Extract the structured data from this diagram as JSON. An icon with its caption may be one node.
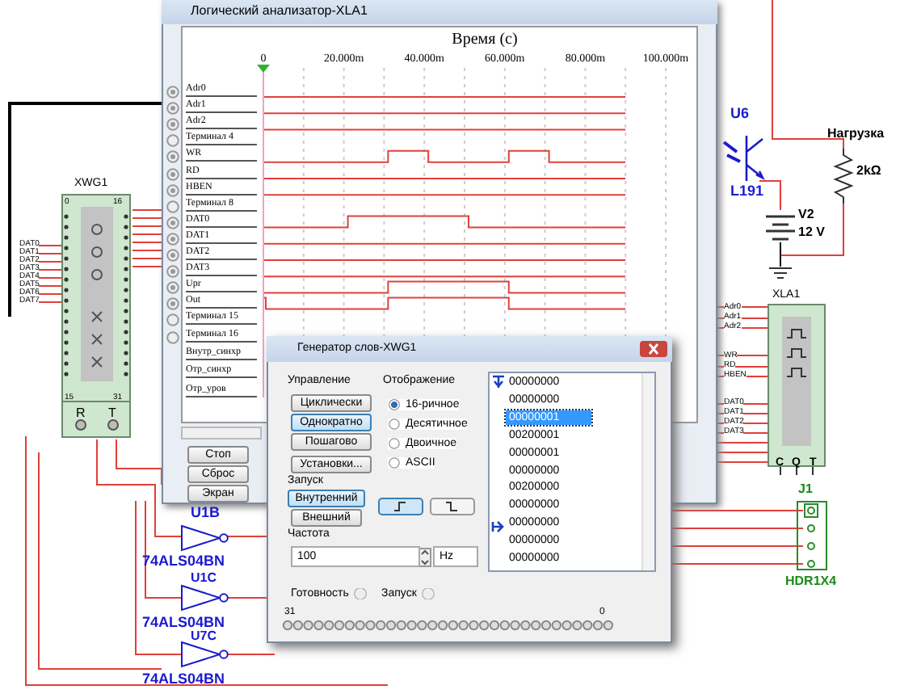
{
  "diagram": {
    "labels": [
      "Логический анализатор-XLA1",
      "Время (с)",
      "0",
      "20.000m",
      "40.000m",
      "60.000m",
      "80.000m",
      "100.000m",
      "Adr0",
      "Adr1",
      "Adr2",
      "Терминал 4",
      "WR",
      "RD",
      "HBEN",
      "Терминал 8",
      "DAT0",
      "DAT1",
      "DAT2",
      "DAT3",
      "Upr",
      "Out",
      "Терминал 15",
      "Терминал 16",
      "Внутр_синхр",
      "Отр_синхр",
      "Отр_уров",
      "Стоп",
      "Сброс",
      "Экран",
      "XWG1",
      "0",
      "16",
      "15",
      "31",
      "R",
      "T",
      "DAT0",
      "DAT1",
      "DAT2",
      "DAT3",
      "DAT4",
      "DAT5",
      "DAT6",
      "DAT7",
      "U6",
      "L191",
      "Нагрузка",
      "2kΩ",
      "V2",
      "12 V",
      "XLA1",
      "Adr0",
      "Adr1",
      "Adr2",
      "WR",
      "RD",
      "HBEN",
      "DAT0",
      "DAT1",
      "DAT2",
      "DAT3",
      "C",
      "Q",
      "T",
      "Генератор слов-XWG1",
      "Управление",
      "Отображение",
      "Циклически",
      "Однократно",
      "Пошагово",
      "Установки...",
      "16-ричное",
      "Десятичное",
      "Двоичное",
      "ASCII",
      "Запуск",
      "Внутренний",
      "Внешний",
      "Частота",
      "100",
      "Hz",
      "00000000",
      "00000000",
      "00000001",
      "00200001",
      "00000001",
      "00000000",
      "00200000",
      "00000000",
      "00000000",
      "00000000",
      "00000000",
      "Готовность",
      "Запуск",
      "31",
      "0",
      "U1B",
      "74ALS04BN",
      "U1C",
      "74ALS04BN",
      "U7C",
      "74ALS04BN",
      "J1",
      "HDR1X4"
    ]
  }
}
